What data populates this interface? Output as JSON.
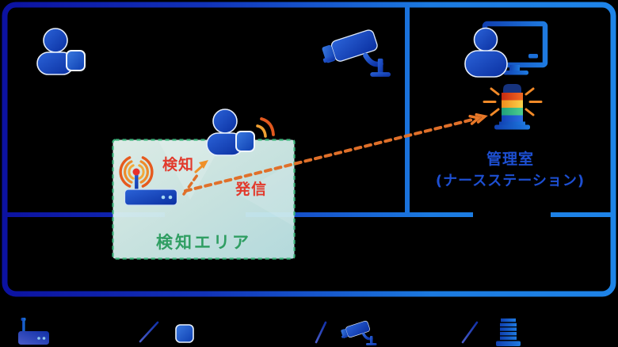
{
  "labels": {
    "detect": "検知",
    "transmit": "発信",
    "detection_area": "検知エリア",
    "control_room_line1": "管理室",
    "control_room_line2": "(ナースステーション)"
  },
  "colors": {
    "background": "#000000",
    "wall_dark_blue": "#0c11a0",
    "wall_bright_blue": "#1e84e8",
    "area_fill": "#d9f3ee",
    "area_border_green": "#3db57c",
    "arrow_orange": "#e0702a",
    "detect_text_red": "#e23a2c",
    "area_text_green": "#2f9e62",
    "room_text_blue": "#1d4fd2",
    "icon_blue": "#1e52c8"
  },
  "icons": {
    "top_left": "person-with-beacon-icon",
    "center": "person-with-beacon-signal-icon",
    "camera": "cctv-camera-icon",
    "receiver": "beacon-receiver-icon",
    "staff": "staff-at-monitor-icon",
    "alert": "alert-tower-light-icon",
    "legend_row": [
      "receiver-icon",
      "slash",
      "beacon-tag-icon",
      "slash",
      "cctv-camera-icon",
      "slash",
      "alert-tower-light-icon"
    ]
  }
}
